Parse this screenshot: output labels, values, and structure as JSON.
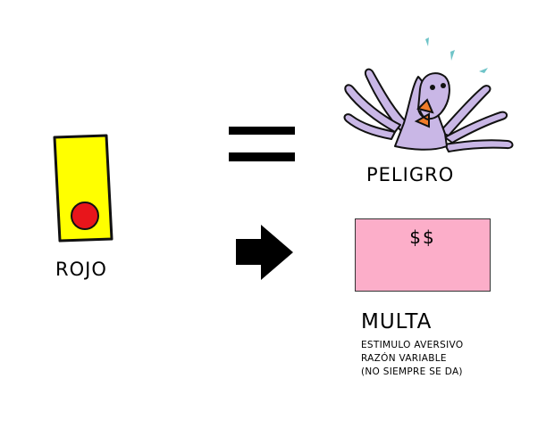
{
  "signal": {
    "label": "ROJO",
    "card_color": "#ffff00",
    "dot_color": "#e8151b"
  },
  "equals": {
    "symbol": "equals-sign"
  },
  "danger": {
    "label": "PELIGRO",
    "bird_color": "#c9b7e6"
  },
  "arrow": {
    "symbol": "right-arrow"
  },
  "penalty": {
    "money_text": "$$",
    "box_color": "#fcaec9",
    "title": "MULTA",
    "lines": [
      "ESTIMULO AVERSIVO",
      "RAZÓN VARIABLE",
      "(NO SIEMPRE SE DA)"
    ]
  }
}
